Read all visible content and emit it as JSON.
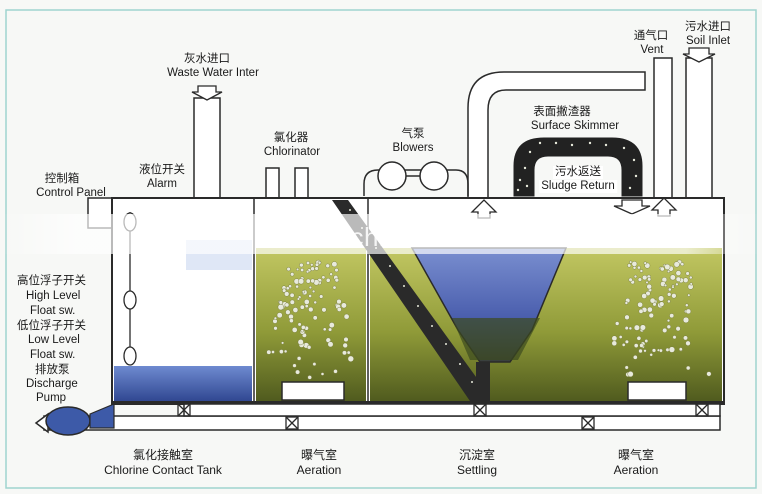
{
  "colors": {
    "frame": "#2a2a2a",
    "outline": "#9fd4cf",
    "water_top": "#b8bd55",
    "water_bottom": "#4f5a1e",
    "chlorine_water": "#3d5aa8",
    "settling_cone": "#4b5fae",
    "bubble": "#e8eadc",
    "sludge_dots": "#1c1c1c",
    "pipe": "#ffffff"
  },
  "labels": {
    "waste_water": {
      "zh": "灰水进口",
      "en": "Waste Water Inter"
    },
    "vent": {
      "zh": "通气口",
      "en": "Vent"
    },
    "soil_inlet": {
      "zh": "污水进口",
      "en": "Soil Inlet"
    },
    "surface_skimmer": {
      "zh": "表面撇渣器",
      "en": "Surface Skimmer"
    },
    "blowers": {
      "zh": "气泵",
      "en": "Blowers"
    },
    "chlorinator": {
      "zh": "氯化器",
      "en": "Chlorinator"
    },
    "alarm": {
      "zh": "液位开关",
      "en": "Alarm"
    },
    "control_panel": {
      "zh": "控制箱",
      "en": "Control Panel"
    },
    "sludge_return": {
      "zh": "污水返送",
      "en": "Sludge Return"
    },
    "high_level": {
      "zh": "高位浮子开关",
      "en1": "High Level",
      "en2": "Float sw."
    },
    "low_level": {
      "zh": "低位浮子开关",
      "en1": "Low Level",
      "en2": "Float sw."
    },
    "discharge_pump": {
      "zh": "排放泵",
      "en1": "Discharge",
      "en2": "Pump"
    }
  },
  "chambers": [
    {
      "zh": "氯化接触室",
      "en": "Chlorine Contact Tank"
    },
    {
      "zh": "曝气室",
      "en": "Aeration"
    },
    {
      "zh": "沉淀室",
      "en": "Settling"
    },
    {
      "zh": "曝气室",
      "en": "Aeration"
    }
  ],
  "watermark": "trade.china.cn"
}
